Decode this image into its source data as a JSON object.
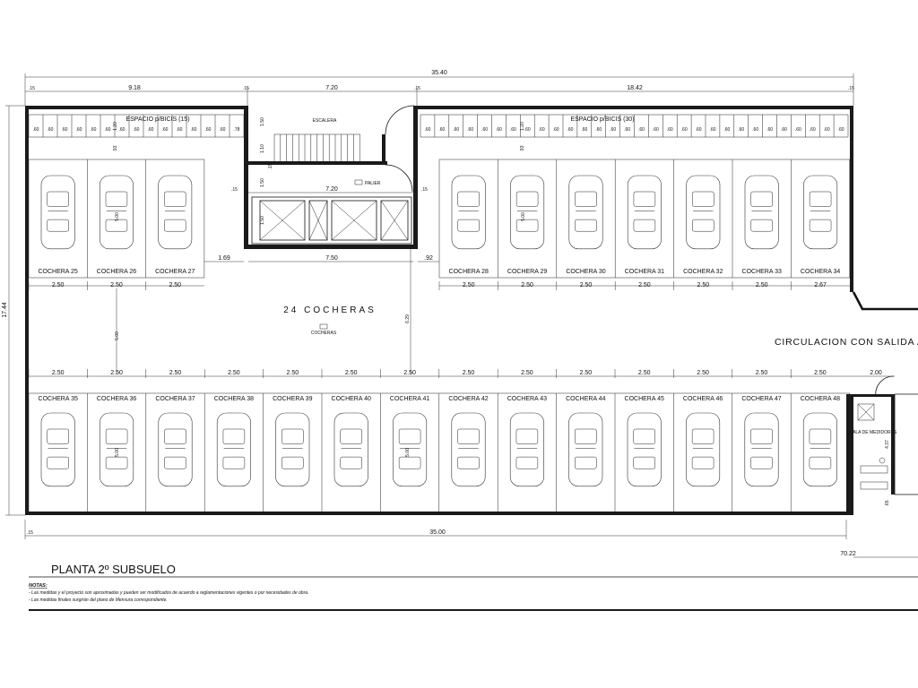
{
  "title": "PLANTA 2º SUBSUELO",
  "notes": {
    "header": "NOTAS:",
    "lines": [
      "- Las medidas y el proyecto son aproximadas y pueden ser modificados de acuerdo a reglamentaciones vigentes o por necesidades de obra.",
      "- Las medidas finales surgirán del plano de Mensura correspondiente."
    ]
  },
  "labels": {
    "total_spaces": "24  COCHERAS",
    "circulation": "CIRCULACION CON SALIDA A",
    "stairs": "ESCALERA",
    "bikes_left": "ESPACIO p/BICIS (15)",
    "bikes_right": "ESPACIO p/BICIS (30)",
    "small_tag_center": "COCHERAS",
    "small_tag_stair": "PALIER",
    "small_tag_utility": "SALA DE MEDIDORES"
  },
  "top_row_left": [
    "COCHERA 25",
    "COCHERA 26",
    "COCHERA 27"
  ],
  "top_row_right": [
    "COCHERA 28",
    "COCHERA 29",
    "COCHERA 30",
    "COCHERA 31",
    "COCHERA 32",
    "COCHERA 33",
    "COCHERA 34"
  ],
  "bottom_row": [
    "COCHERA 35",
    "COCHERA 36",
    "COCHERA 37",
    "COCHERA 38",
    "COCHERA 39",
    "COCHERA 40",
    "COCHERA 41",
    "COCHERA 42",
    "COCHERA 43",
    "COCHERA 44",
    "COCHERA 45",
    "COCHERA 46",
    "COCHERA 47",
    "COCHERA 48"
  ],
  "dimensions": {
    "overall_top": "35.40",
    "overall_bottom": "35.00",
    "overall_height": "17.44",
    "seg_left": "9.18",
    "seg_mid": "7.20",
    "seg_right": "18.42",
    "wall": ".15",
    "bike_width": ".60",
    "bike_last": ".78",
    "bike_depth": "1.20",
    "spacing": ".93",
    "stair_top": "1.50",
    "stair_mid": "1.10",
    "core_inner": "7.20",
    "core_gap": "1.50",
    "core_bottom": "7.50",
    "left_gap": "1.69",
    "right_gap": ".92",
    "stall_width": "2.50",
    "stall_last": "2.67",
    "stall_depth": "5.00",
    "aisle": "5.00",
    "aisle_right": "6.29",
    "utility_width": "2.00",
    "utility_depth": "4.37",
    "utility_small": ".65",
    "corner": "70.22"
  }
}
